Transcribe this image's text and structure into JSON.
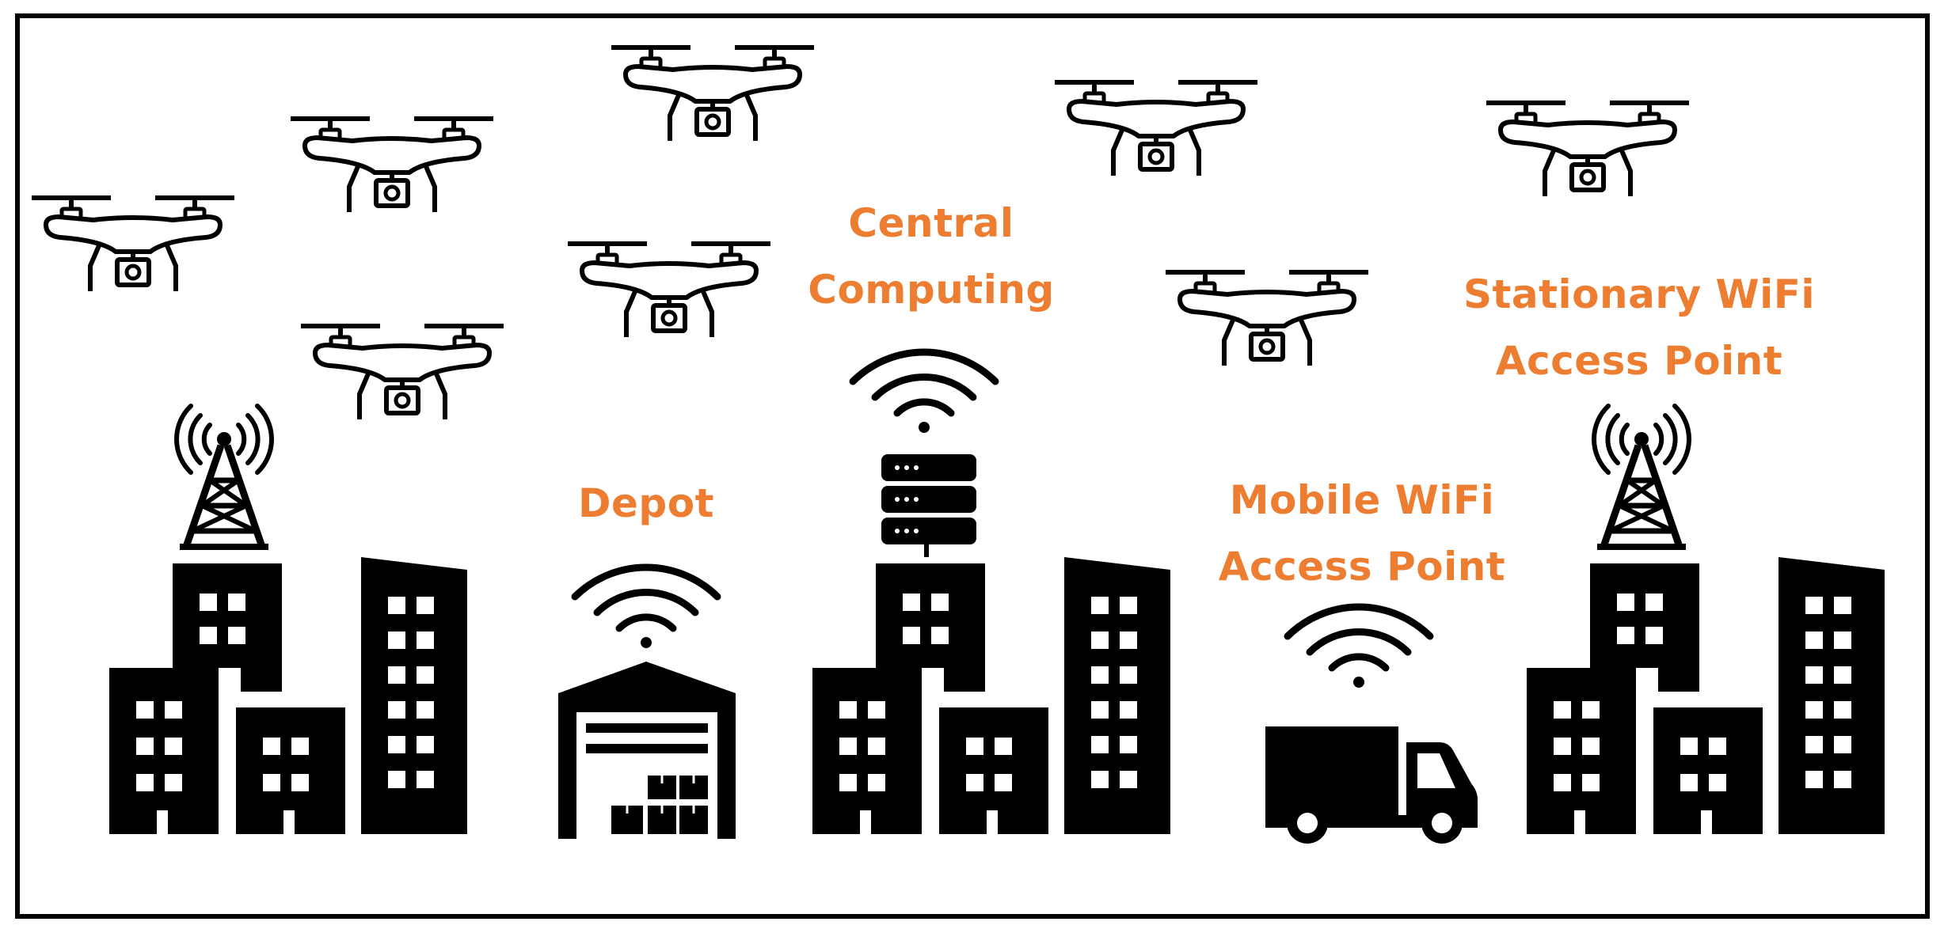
{
  "colors": {
    "accent": "#ED7D31",
    "ink": "#000000",
    "background": "#FFFFFF"
  },
  "labels": {
    "central": {
      "line1": "Central",
      "line2": "Computing"
    },
    "stationary": {
      "line1": "Stationary WiFi",
      "line2": "Access Point"
    },
    "depot": {
      "line1": "Depot"
    },
    "mobile": {
      "line1": "Mobile WiFi",
      "line2": "Access Point"
    }
  },
  "icons": [
    "drone-icon",
    "cell-tower-icon",
    "building-icon",
    "warehouse-icon",
    "wifi-signal-icon",
    "server-rack-icon",
    "delivery-truck-icon"
  ]
}
